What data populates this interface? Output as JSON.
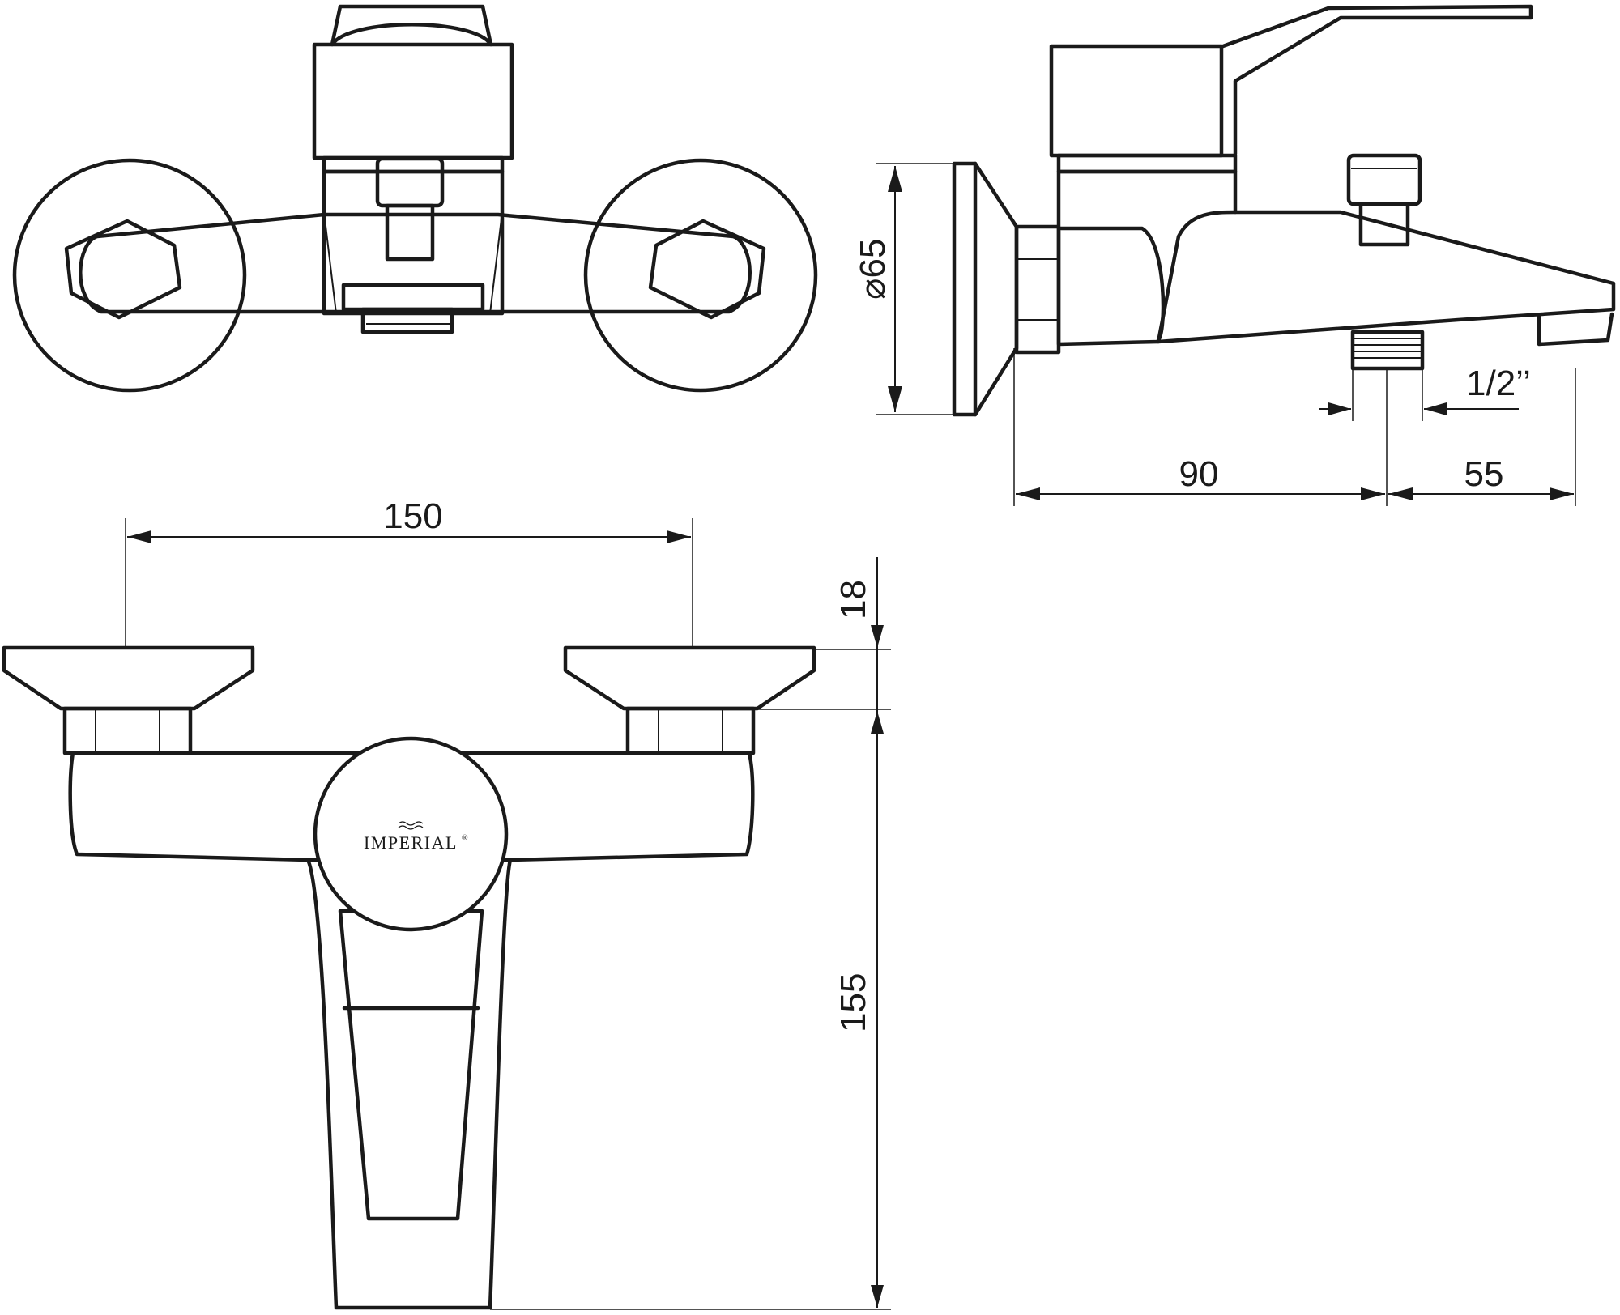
{
  "dimensions": {
    "diameter_symbol": "⌀",
    "diameter": "65",
    "thread": "1/2’’",
    "depth_to_outlet": "90",
    "outlet_projection": "55",
    "centre_spacing": "150",
    "escutcheon_height": "18",
    "body_height": "155"
  },
  "brand": {
    "name": "IMPERIAL",
    "mark": "®"
  },
  "colors": {
    "line": "#1a1a1a",
    "background": "#ffffff"
  }
}
